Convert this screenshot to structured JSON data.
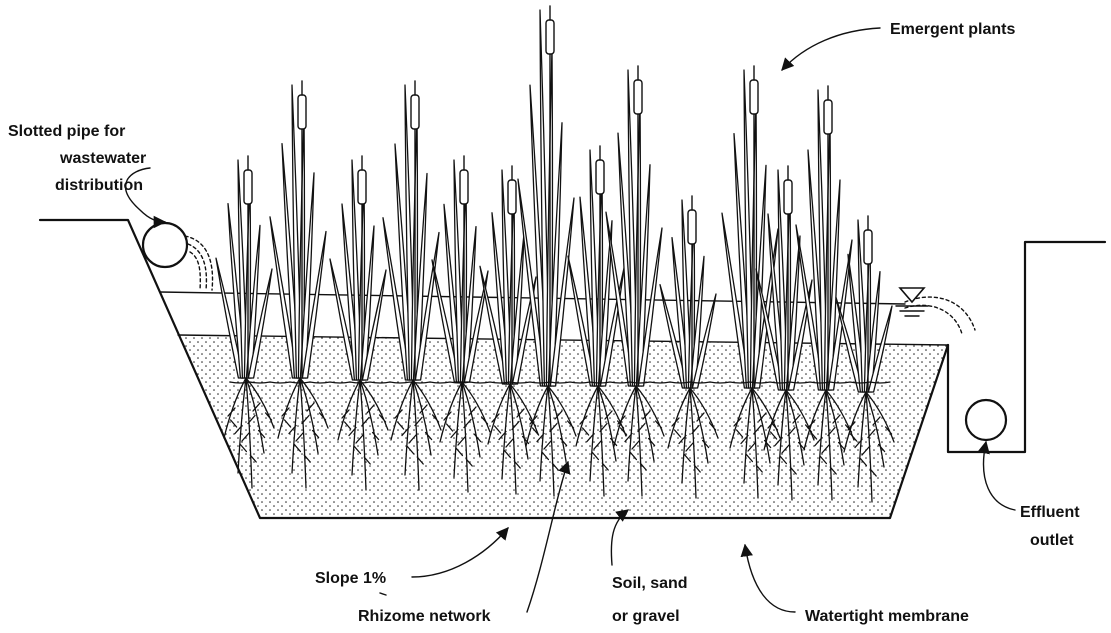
{
  "diagram": {
    "labels": {
      "emergent_plants": "Emergent plants",
      "pipe_line1": "Slotted pipe for",
      "pipe_line2": "wastewater",
      "pipe_line3": "distribution",
      "effluent_line1": "Effluent",
      "effluent_line2": "outlet",
      "slope": "Slope 1%",
      "rhizome": "Rhizome network",
      "soil_line1": "Soil, sand",
      "soil_line2": "or gravel",
      "membrane": "Watertight membrane"
    },
    "colors": {
      "ink": "#111111",
      "background": "#ffffff",
      "stipple": "#222222"
    }
  }
}
